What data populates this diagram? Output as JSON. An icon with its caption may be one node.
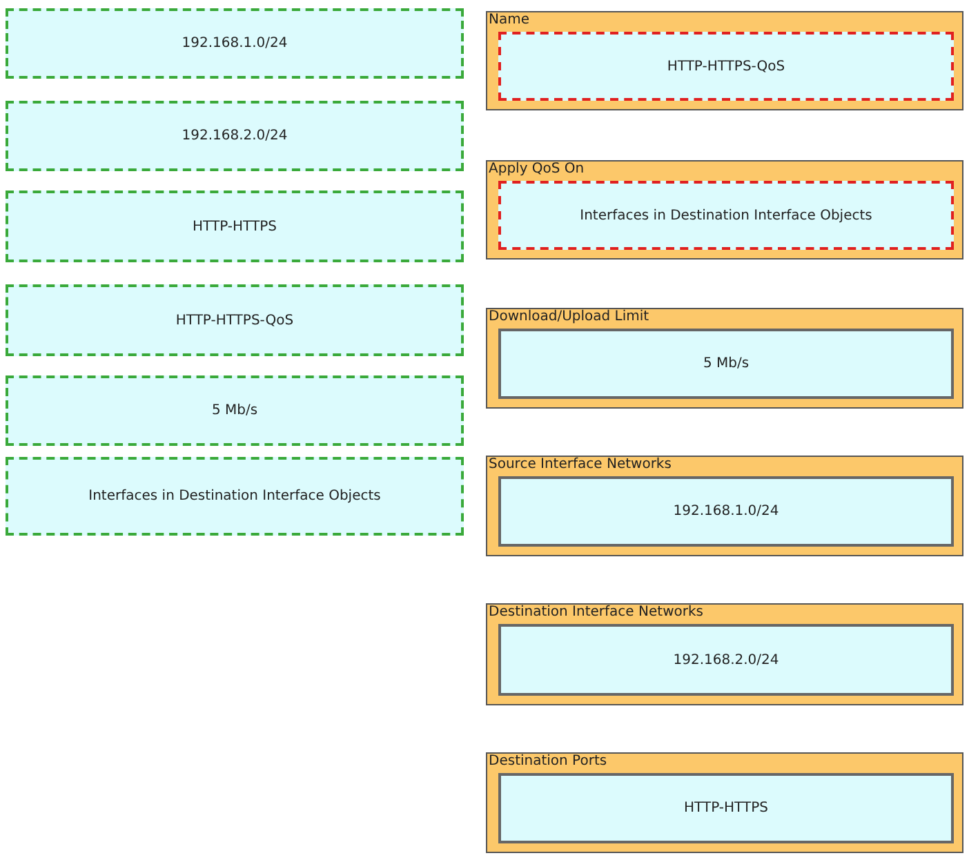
{
  "diagram": {
    "nodes": [
      {
        "text": [
          "192.168.1.0/24"
        ]
      },
      {
        "text": [
          "192.168.2.0/24"
        ]
      },
      {
        "text": [
          "HTTP-HTTPS"
        ]
      },
      {
        "text": [
          "HTTP-HTTPS-QoS"
        ]
      },
      {
        "text": [
          "5 Mb/s"
        ]
      },
      {
        "text": [
          "Interfaces in Destination Interface Objects"
        ]
      },
      {
        "text": [
          "Name"
        ]
      },
      {
        "text": [
          "HTTP-HTTPS-QoS"
        ],
        "in": 6
      },
      {
        "text": [
          "Apply QoS On"
        ]
      },
      {
        "text": [
          "Interfaces in Destination Interface Objects"
        ],
        "in": 8
      },
      {
        "text": [
          "Download/Upload Limit"
        ]
      },
      {
        "text": [
          "5 Mb/s"
        ],
        "in": 10
      },
      {
        "text": [
          "Source Interface Networks"
        ]
      },
      {
        "text": [
          "192.168.1.0/24"
        ],
        "in": 12
      },
      {
        "text": [
          "Destination Interface Networks"
        ]
      },
      {
        "text": [
          "192.168.2.0/24"
        ],
        "in": 14
      },
      {
        "text": [
          "Destination Ports"
        ]
      },
      {
        "text": [
          "HTTP-HTTPS"
        ],
        "in": 16
      }
    ]
  }
}
